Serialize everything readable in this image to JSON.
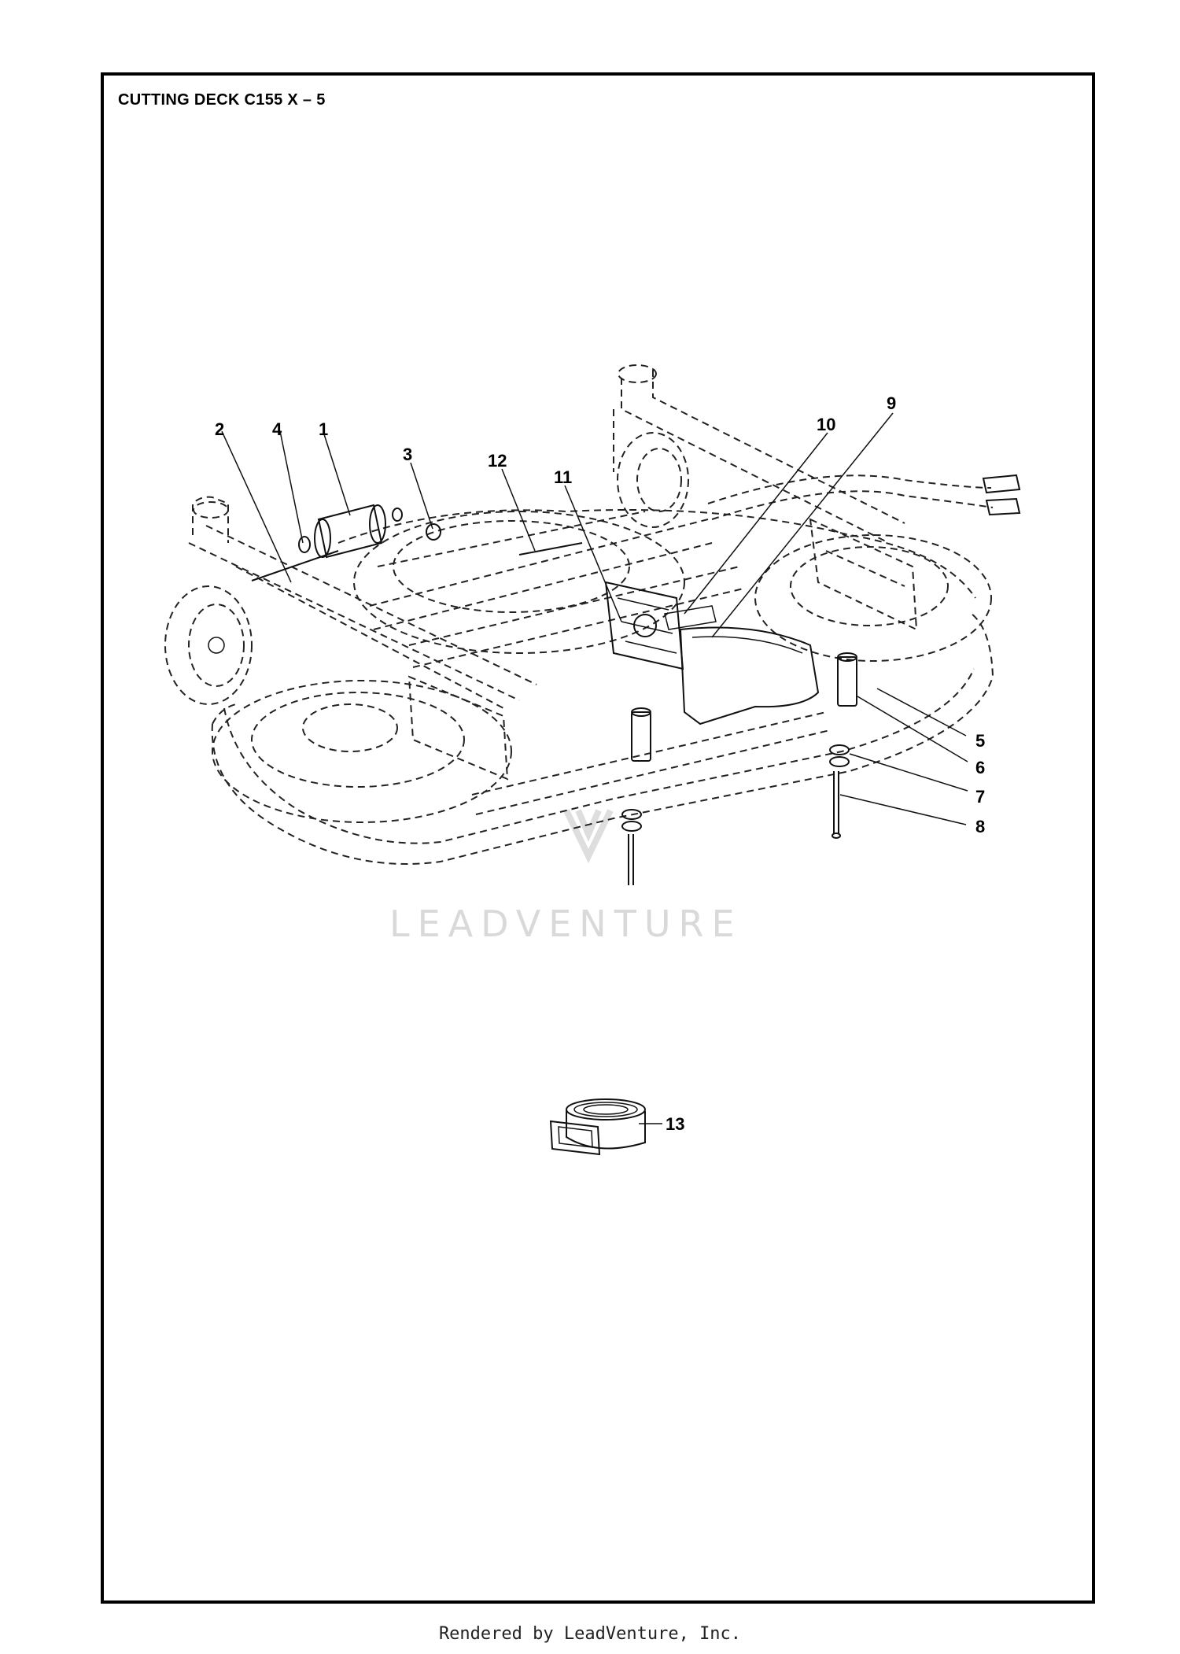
{
  "title": "CUTTING DECK C155 X – 5",
  "watermark": "LEADVENTURE",
  "footer": "Rendered by LeadVenture, Inc.",
  "callouts": [
    "1",
    "2",
    "3",
    "4",
    "5",
    "6",
    "7",
    "8",
    "9",
    "10",
    "11",
    "12",
    "13"
  ]
}
